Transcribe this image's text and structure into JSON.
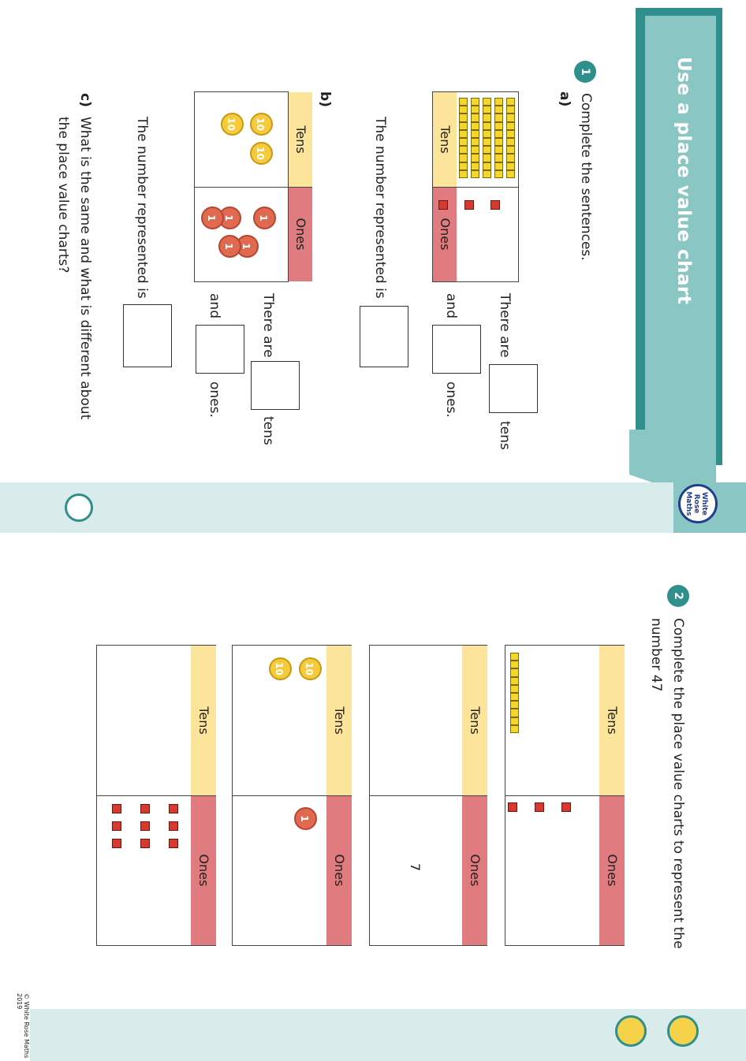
{
  "banner": {
    "title": "Use a place value chart"
  },
  "logo": {
    "line1": "White",
    "line2": "Rose",
    "line3": "Maths"
  },
  "q1": {
    "number": "1",
    "instruction": "Complete the sentences.",
    "a": {
      "label": "a)",
      "tens_header": "Tens",
      "ones_header": "Ones",
      "there_are": "There are",
      "tens_word": "tens",
      "and_word": "and",
      "ones_word": "ones.",
      "number_represented": "The number represented is"
    },
    "b": {
      "label": "b)",
      "tens_header": "Tens",
      "ones_header": "Ones",
      "there_are": "There are",
      "tens_word": "tens",
      "and_word": "and",
      "ones_word": "ones.",
      "number_represented": "The number represented is",
      "ten_counter_label": "10",
      "one_counter_label": "1"
    },
    "c": {
      "label": "c)",
      "line1": "What is the same and what is different about",
      "line2": "the place value charts?"
    }
  },
  "q2": {
    "number": "2",
    "line1": "Complete the place value charts to represent the",
    "line2": "number 47",
    "charts": [
      {
        "tens_header": "Tens",
        "ones_header": "Ones"
      },
      {
        "tens_header": "Tens",
        "ones_header": "Ones",
        "ones_digit": "7"
      },
      {
        "tens_header": "Tens",
        "ones_header": "Ones",
        "ten_counter_label": "10",
        "one_counter_label": "1"
      },
      {
        "tens_header": "Tens",
        "ones_header": "Ones"
      }
    ]
  },
  "footer": {
    "copyright": "© White Rose Maths 2019"
  },
  "colors": {
    "teal": "#2f8f8d",
    "tens_header": "#fce59b",
    "ones_header": "#e07b80"
  }
}
